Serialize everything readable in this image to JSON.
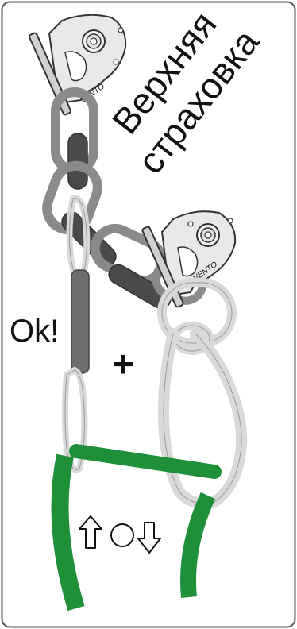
{
  "title_line1": "Верхняя",
  "title_line2": "страховка",
  "device_brand": "VENTO",
  "ok_label": "Ok!",
  "plus_label": "+",
  "legend": {
    "up_arrow_icon": "arrow-up-outline",
    "circle_icon": "circle-outline",
    "down_arrow_icon": "arrow-down-outline"
  },
  "colors": {
    "chain_dark": "#4a4a4a",
    "chain_mid": "#8a8a8a",
    "carabiner_light": "#d9d9d9",
    "rope": "#1f8f3a",
    "frame": "#555555"
  }
}
